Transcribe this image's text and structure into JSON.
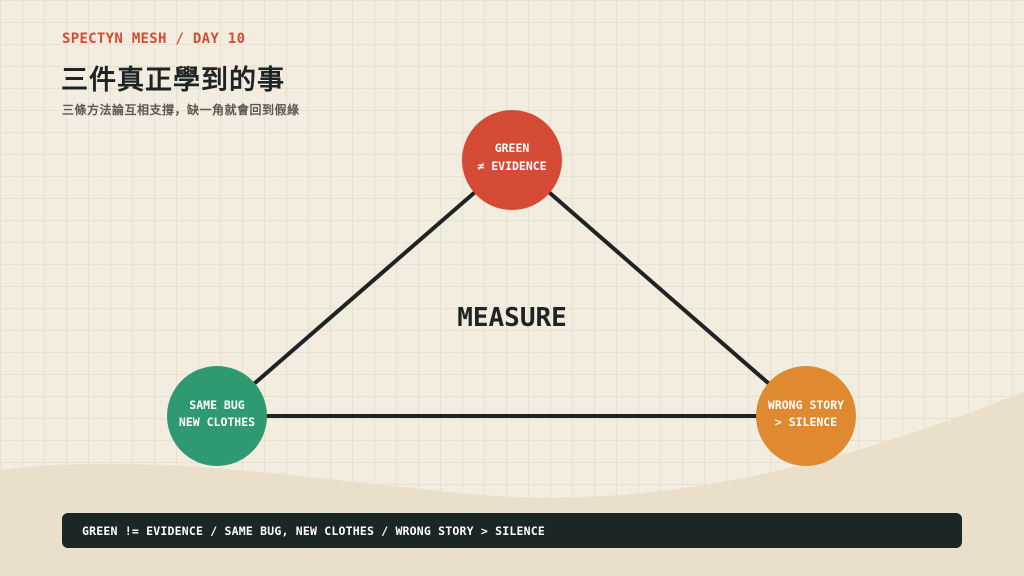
{
  "header": {
    "kicker": "SPECTYN MESH / DAY 10",
    "title": "三件真正學到的事",
    "subtitle": "三條方法論互相支撐，缺一角就會回到假綠"
  },
  "diagram": {
    "center_label": "MEASURE",
    "nodes": [
      {
        "id": "top",
        "lines": [
          "GREEN",
          "≠ EVIDENCE"
        ],
        "color": "#d64b35"
      },
      {
        "id": "left",
        "lines": [
          "SAME BUG",
          "NEW CLOTHES"
        ],
        "color": "#2f9a72"
      },
      {
        "id": "right",
        "lines": [
          "WRONG STORY",
          "> SILENCE"
        ],
        "color": "#df8a30"
      }
    ],
    "edge_color": "#1e2424"
  },
  "footer": {
    "text": "GREEN != EVIDENCE / SAME BUG, NEW CLOTHES / WRONG STORY > SILENCE"
  }
}
